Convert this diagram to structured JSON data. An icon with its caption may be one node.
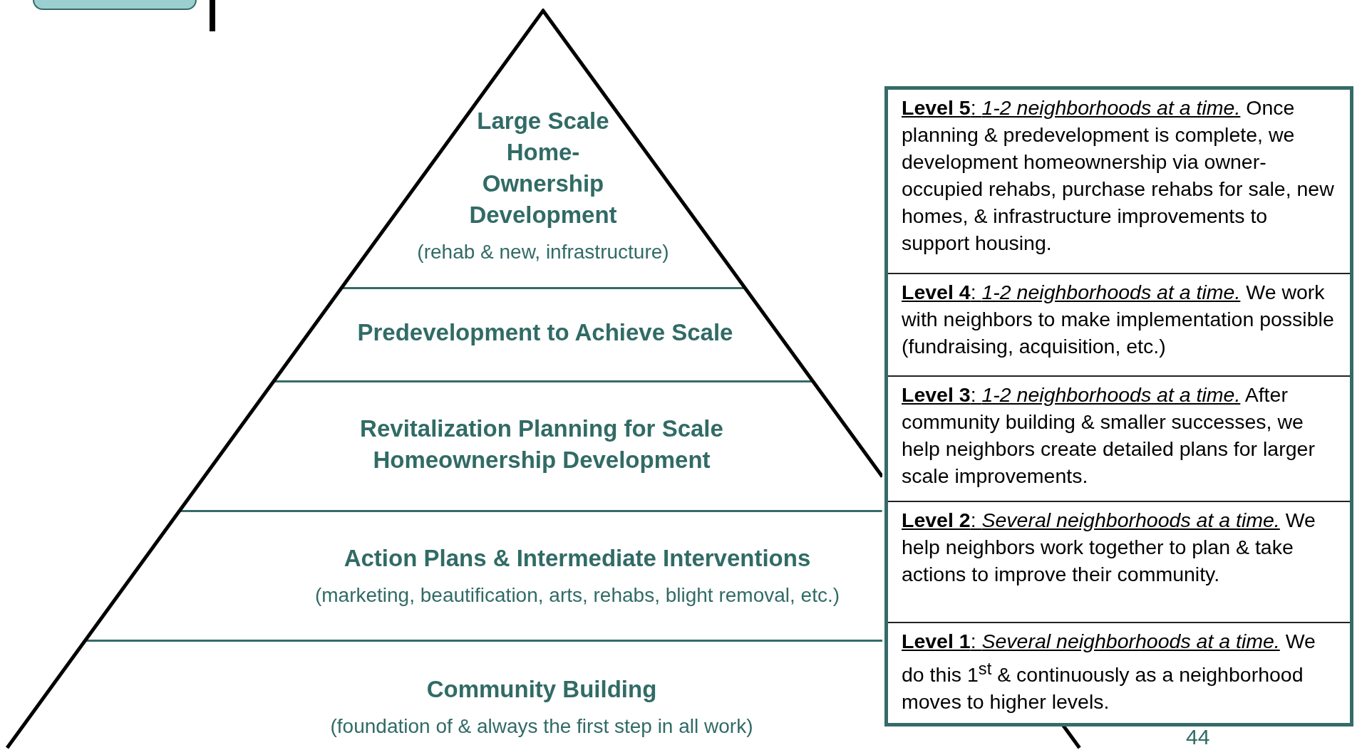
{
  "diagram": {
    "nodes": [
      {
        "text": [],
        "shape": "box"
      },
      {
        "text": [],
        "shape": "bar"
      },
      {
        "text": [
          "Large Scale Home-Ownership Development",
          "(rehab & new, infrastructure)"
        ]
      },
      {
        "text": [
          "Predevelopment to Achieve Scale"
        ]
      },
      {
        "text": [
          "Revitalization Planning for Scale Homeownership Development"
        ]
      },
      {
        "text": [
          "Action Plans & Intermediate Interventions",
          "(marketing, beautification, arts, rehabs, blight removal, etc.)"
        ]
      },
      {
        "text": [
          "Community Building",
          "(foundation of & always the first step in all work)"
        ]
      },
      {
        "text": [],
        "shape": "box"
      },
      {
        "text": [
          "**Level 5**: *1-2 neighborhoods at a time.*",
          "Once planning & predevelopment is complete, we development homeownership via owner-occupied rehabs, purchase rehabs for sale, new homes, & infrastructure improvements to support housing."
        ],
        "in": 7
      },
      {
        "text": [
          "**Level 4**: *1-2 neighborhoods at a time.*",
          "We work with neighbors to make implementation possible (fundraising, acquisition, etc.)"
        ],
        "in": 7
      },
      {
        "text": [
          "**Level 3**: *1-2 neighborhoods at a time.*",
          "After community building & smaller successes, we help neighbors create detailed plans for larger scale improvements."
        ],
        "in": 7
      },
      {
        "text": [
          "**Level 2**: *Several neighborhoods at a time.*",
          "We help neighbors work together to plan & take actions to improve their community."
        ],
        "in": 7
      },
      {
        "text": [
          "**Level 1**: *Several neighborhoods at a time.*",
          "We do this 1$^{st}$ & continuously as a neighborhood moves to higher levels."
        ],
        "in": 7
      }
    ],
    "edges": [],
    "labels": [
      "44"
    ]
  }
}
